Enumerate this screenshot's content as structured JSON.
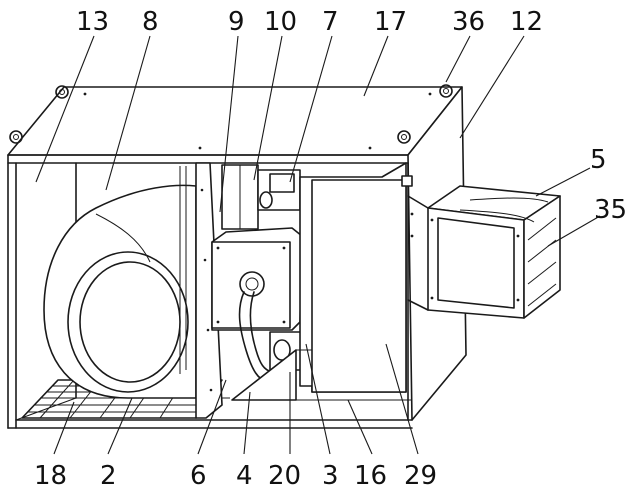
{
  "drawing": {
    "labels": [
      {
        "id": "13",
        "text": "13"
      },
      {
        "id": "8",
        "text": "8"
      },
      {
        "id": "9",
        "text": "9"
      },
      {
        "id": "10",
        "text": "10"
      },
      {
        "id": "7",
        "text": "7"
      },
      {
        "id": "17",
        "text": "17"
      },
      {
        "id": "36",
        "text": "36"
      },
      {
        "id": "12",
        "text": "12"
      },
      {
        "id": "5",
        "text": "5"
      },
      {
        "id": "35",
        "text": "35"
      },
      {
        "id": "18",
        "text": "18"
      },
      {
        "id": "2",
        "text": "2"
      },
      {
        "id": "6",
        "text": "6"
      },
      {
        "id": "4",
        "text": "4"
      },
      {
        "id": "20",
        "text": "20"
      },
      {
        "id": "3",
        "text": "3"
      },
      {
        "id": "16",
        "text": "16"
      },
      {
        "id": "29",
        "text": "29"
      }
    ]
  }
}
